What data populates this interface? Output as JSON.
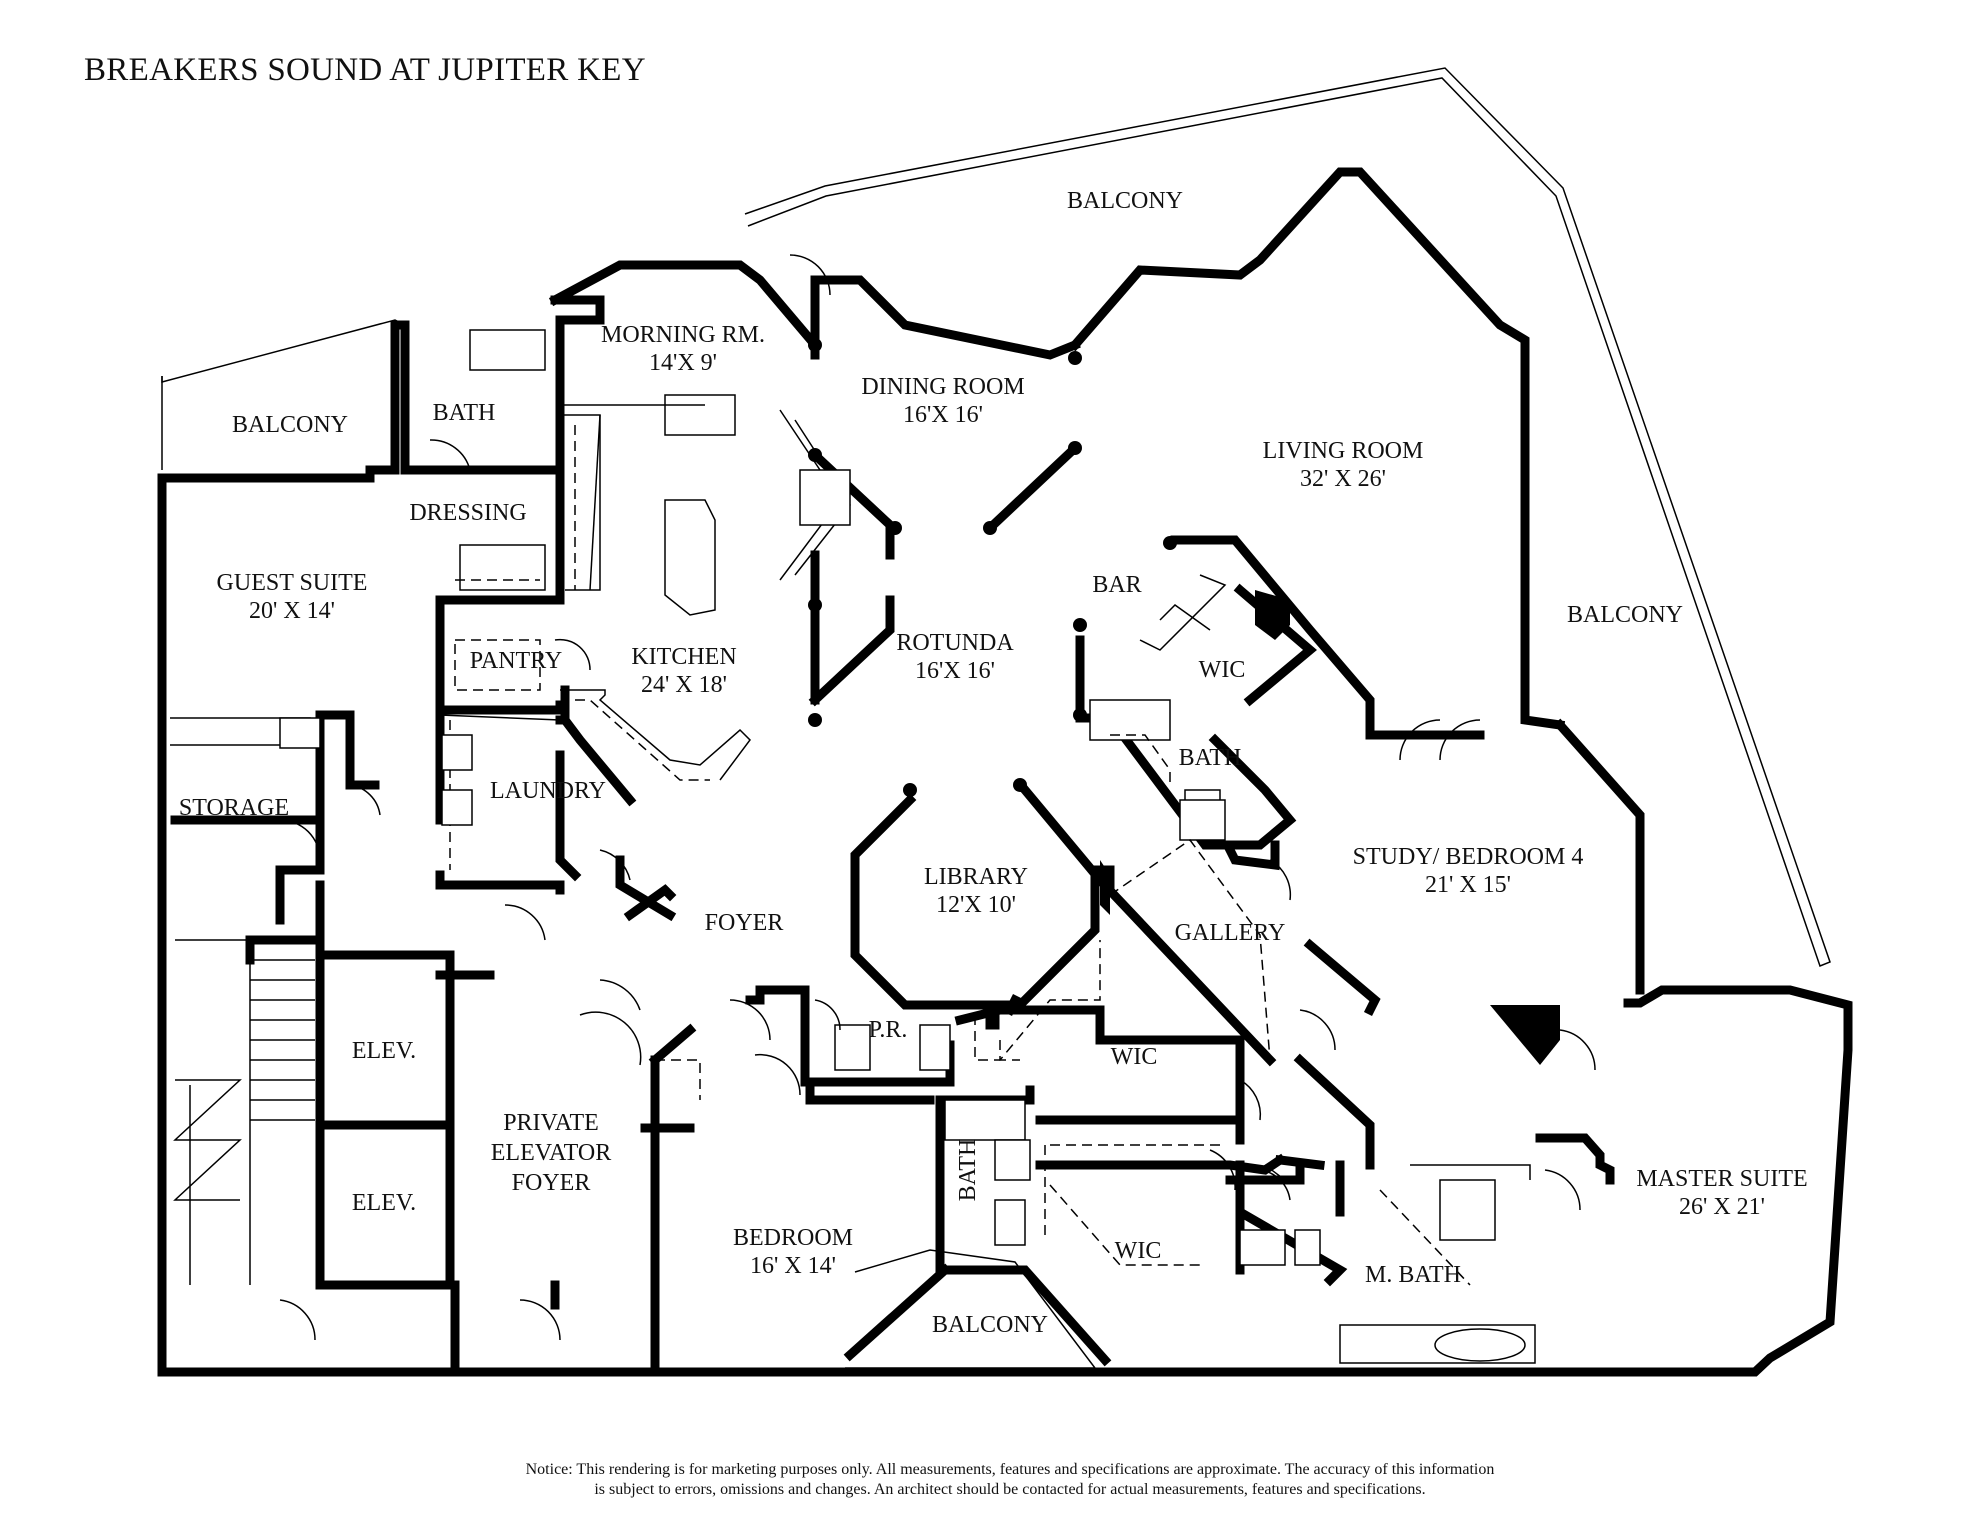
{
  "title": "BREAKERS SOUND AT JUPITER KEY",
  "rooms": {
    "balcony_top": "BALCONY",
    "balcony_left": "BALCONY",
    "balcony_right": "BALCONY",
    "balcony_bottom": "BALCONY",
    "morning": [
      "MORNING RM.",
      "14'X 9'"
    ],
    "dining": [
      "DINING ROOM",
      "16'X 16'"
    ],
    "living": [
      "LIVING ROOM",
      "32' X 26'"
    ],
    "bath_top": "BATH",
    "dressing": "DRESSING",
    "guest": [
      "GUEST SUITE",
      "20' X 14'"
    ],
    "kitchen": [
      "KITCHEN",
      "24' X 18'"
    ],
    "rotunda": [
      "ROTUNDA",
      "16'X 16'"
    ],
    "bar": "BAR",
    "wic_top": "WIC",
    "bath_mid": "BATH",
    "pantry": "PANTRY",
    "storage": "STORAGE",
    "laundry": "LAUNDRY",
    "study": [
      "STUDY/ BEDROOM 4",
      "21' X 15'"
    ],
    "library": [
      "LIBRARY",
      "12'X 10'"
    ],
    "foyer": "FOYER",
    "gallery": "GALLERY",
    "elev1": "ELEV.",
    "elev2": "ELEV.",
    "private_foyer": [
      "PRIVATE",
      "ELEVATOR",
      "FOYER"
    ],
    "pr": "P.R.",
    "wic_mid": "WIC",
    "bath_bed": "BATH",
    "bedroom": [
      "BEDROOM",
      "16' X 14'"
    ],
    "wic_low": "WIC",
    "mbath": "M. BATH",
    "master": [
      "MASTER SUITE",
      "26' X 21'"
    ]
  },
  "notice": [
    "Notice: This rendering is for marketing purposes only. All measurements, features and specifications are approximate. The accuracy of this information",
    "is subject to errors, omissions and changes. An architect should be contacted for actual measurements, features and specifications."
  ]
}
